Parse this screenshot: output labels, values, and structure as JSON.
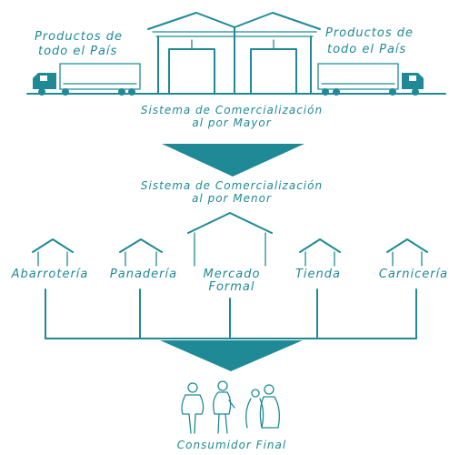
{
  "labels": {
    "productos_left_1": "Productos de",
    "productos_left_2": "todo el País",
    "productos_right_1": "Productos de",
    "productos_right_2": "todo el País",
    "mayor_1": "Sistema de Comercialización",
    "mayor_2": "al por Mayor",
    "menor_1": "Sistema de Comercialización",
    "menor_2": "al por Menor",
    "consumidor": "Consumidor Final"
  },
  "stores": [
    {
      "label": "Abarrotería"
    },
    {
      "label": "Panadería"
    },
    {
      "label": "Mercado",
      "label2": "Formal"
    },
    {
      "label": "Tienda"
    },
    {
      "label": "Carnicería"
    }
  ],
  "colors": {
    "accent": "#1f8a96",
    "background": "#ffffff"
  },
  "icons": [
    "truck-icon",
    "warehouse-icon",
    "store-house-icon",
    "arrow-down-icon",
    "consumers-icon"
  ]
}
